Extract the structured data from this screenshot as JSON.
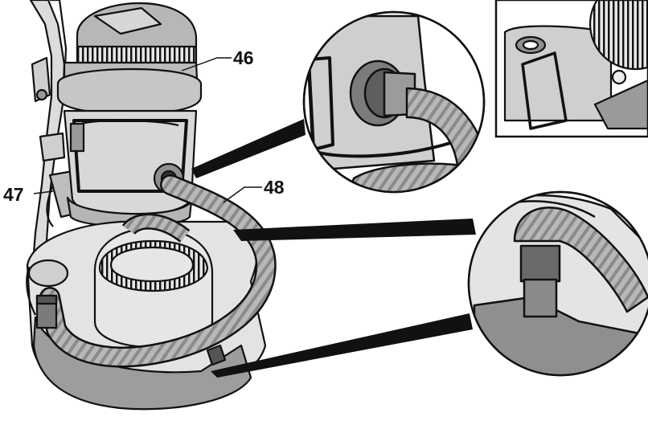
{
  "callouts": {
    "dust_container": "46",
    "mount_bracket": "47",
    "suction_hose": "48"
  },
  "colors": {
    "ink": "#111111",
    "light_grey": "#cfcfcf",
    "mid_grey": "#a9a9a9",
    "dark_grey": "#6f6f6f",
    "paper": "#ffffff"
  }
}
